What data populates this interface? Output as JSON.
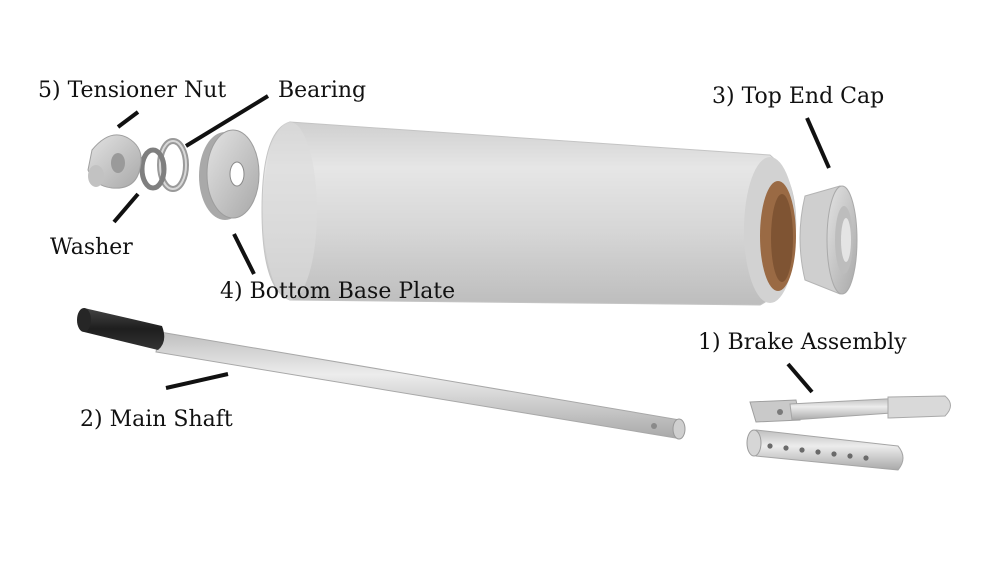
{
  "labels": {
    "tensioner_nut": "5) Tensioner Nut",
    "bearing": "Bearing",
    "top_end_cap": "3) Top End Cap",
    "washer": "Washer",
    "bottom_base_plate": "4) Bottom Base Plate",
    "brake_assembly": "1) Brake Assembly",
    "main_shaft": "2) Main Shaft"
  },
  "colors": {
    "background": "#ffffff",
    "leader_line": "#111111",
    "film_roll": "#d8d8d8",
    "cardboard_core": "#9a6a44",
    "part_gray": "#cfcfcf",
    "grip": "#2a2a2a"
  }
}
